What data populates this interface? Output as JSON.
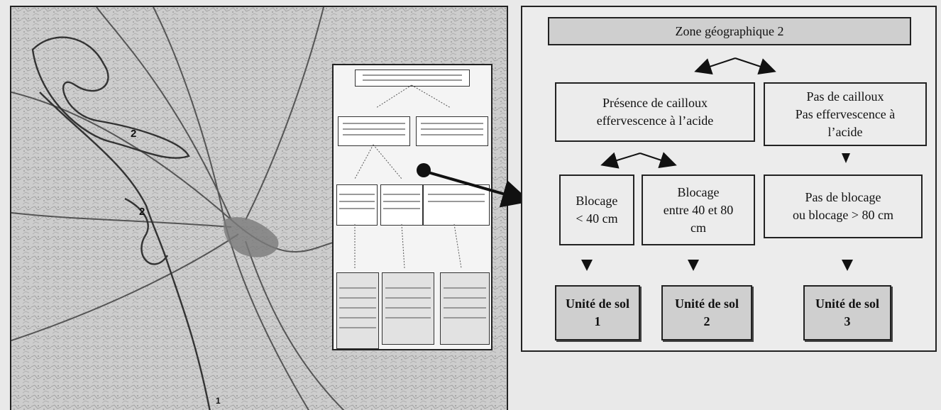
{
  "map": {
    "zone_labels": [
      "2",
      "2",
      "1"
    ]
  },
  "diagram": {
    "title": "Zone géographique 2",
    "branch_left": "Présence de cailloux\neffervescence à  l’acide",
    "branch_right": "Pas de cailloux\nPas effervescence à\nl’acide",
    "blocage_lt40": "Blocage\n< 40 cm",
    "blocage_40_80": "Blocage\nentre 40 et 80\ncm",
    "blocage_none": "Pas de blocage\nou blocage  > 80 cm",
    "unit1": "Unité de sol\n1",
    "unit2": "Unité de sol\n2",
    "unit3": "Unité de sol\n3"
  },
  "colors": {
    "map_bg": "#cfcfcf",
    "box_fill": "#ececec",
    "unit_fill": "#cfcfcf",
    "line": "#222222"
  }
}
